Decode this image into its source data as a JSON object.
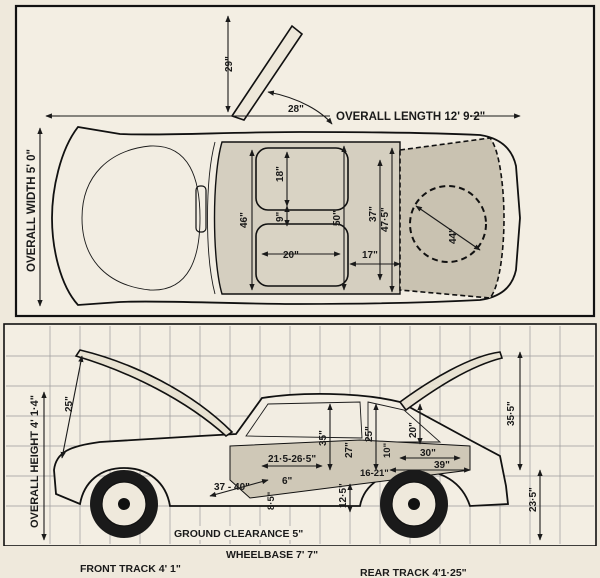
{
  "plan_view": {
    "overall_length": "OVERALL LENGTH  12' 9·2\"",
    "overall_width": "OVERALL WIDTH  5' 0\"",
    "bonnet_height": "29\"",
    "bonnet_depth": "28\"",
    "seat_depth": "18\"",
    "seat_width": "20\"",
    "cabin_width_front": "46\"",
    "seat_gap": "9\"",
    "cabin_width_rear": "50\"",
    "rear_width_a": "37\"",
    "rear_width_b": "47·5\"",
    "rear_depth": "17\"",
    "tailgate_circle": "44\""
  },
  "side_view": {
    "overall_height": "OVERALL HEIGHT  4' 1·4\"",
    "bonnet_open": "25\"",
    "tailgate_height": "35·5\"",
    "headroom_front": "35\"",
    "headroom_rear": "25\"",
    "rear_headroom": "20\"",
    "legroom": "21·5-26·5\"",
    "seat_height": "27\"",
    "pedal_reach": "37 - 40\"",
    "heel_height": "6\"",
    "cushion_height": "8·5\"",
    "sill_height": "12·5\"",
    "rear_seat_height": "10\"",
    "rear_seat_depth": "16-21\"",
    "luggage_length": "30\"",
    "luggage_floor": "39\"",
    "rear_height": "23·5\"",
    "ground_clearance": "GROUND CLEARANCE  5\"",
    "wheelbase": "WHEELBASE  7' 7\"",
    "front_track": "FRONT TRACK  4' 1\"",
    "rear_track": "REAR TRACK  4'1·25\""
  }
}
